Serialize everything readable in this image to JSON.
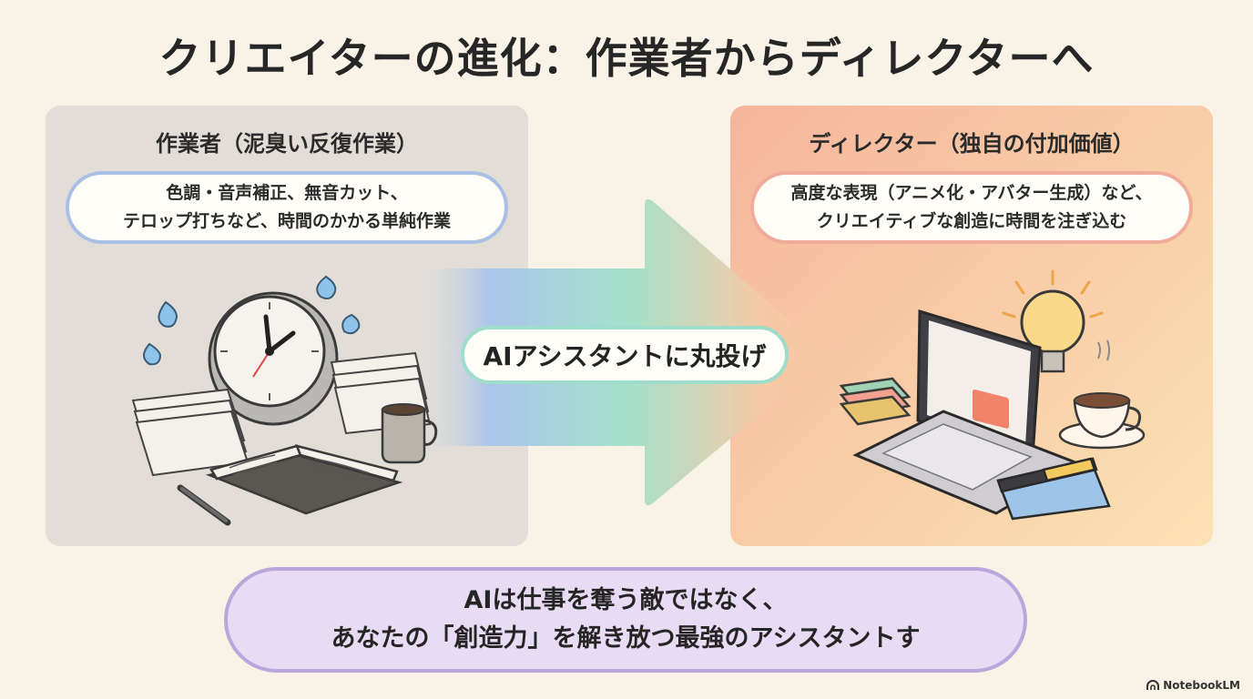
{
  "title": "クリエイターの進化：作業者からディレクターへ",
  "left_panel": {
    "heading": "作業者（泥臭い反復作業）",
    "description_line1": "色調・音声補正、無音カット、",
    "description_line2": "テロップ打ちなど、時間のかかる単純作業",
    "illustration_icons": [
      "clock-icon",
      "paper-stack-icon",
      "notebook-icon",
      "mug-icon",
      "pen-icon",
      "sweat-drop-icon"
    ]
  },
  "right_panel": {
    "heading": "ディレクター（独自の付加価値）",
    "description_line1": "高度な表現（アニメ化・アバター生成）など、",
    "description_line2": "クリエイティブな創造に時間を注ぎ込む",
    "illustration_icons": [
      "laptop-icon",
      "lightbulb-icon",
      "coffee-cup-icon",
      "book-stack-icon",
      "clapperboard-icon"
    ]
  },
  "arrow": {
    "label": "AIアシスタントに丸投げ"
  },
  "conclusion": {
    "line1": "AIは仕事を奪う敵ではなく、",
    "line2": "あなたの「創造力」を解き放つ最強のアシスタントす"
  },
  "watermark": {
    "text": "NotebookLM"
  },
  "colors": {
    "background": "#f8f3e6",
    "left_panel": "#e2ded7",
    "right_panel_start": "#f6b59c",
    "right_panel_end": "#fbe2b4",
    "arrow_blue": "#a8c4ec",
    "arrow_green": "#9fe0c8",
    "arrow_peach": "#f8c9a6",
    "conclusion_fill": "#e8dcf4",
    "conclusion_border": "#b9a6dc"
  }
}
